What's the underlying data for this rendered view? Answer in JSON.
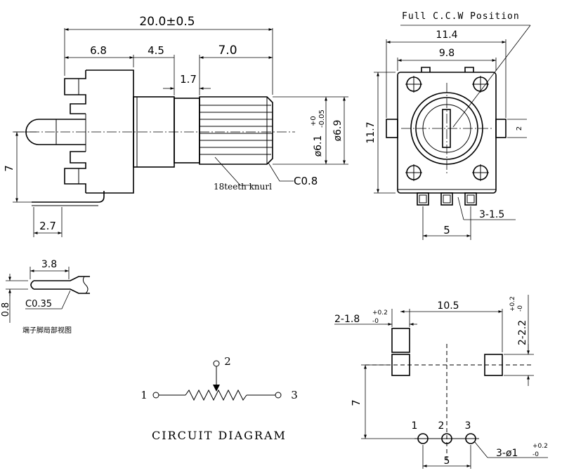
{
  "side_view": {
    "overall_length": "20.0±0.5",
    "dim_6_8": "6.8",
    "dim_4_5": "4.5",
    "dim_7_0": "7.0",
    "dim_1_7": "1.7",
    "dim_7": "7",
    "dim_2_7": "2.7",
    "shaft_dia_main": "ø6.1",
    "shaft_tol_upper": "+0",
    "shaft_tol_lower": "-0.05",
    "collar_dia": "ø6.9",
    "chamfer": "C0.8",
    "knurl_note": "18teeth knurl"
  },
  "front_view": {
    "position_note": "Full C.C.W Position",
    "width_outer": "11.4",
    "width_inner": "9.8",
    "height": "11.7",
    "tab_dim": "2",
    "pin_count_width": "3-1.5",
    "pin_pitch": "5"
  },
  "terminal_detail": {
    "length": "3.8",
    "thickness": "0.8",
    "chamfer": "C0.35",
    "caption": "端子脚局部视图"
  },
  "circuit": {
    "title": "CIRCUIT DIAGRAM",
    "pin1": "1",
    "pin2": "2",
    "pin3": "3"
  },
  "pcb_layout": {
    "mount_holes": "2-1.8",
    "mount_tol_upper": "+0.2",
    "mount_tol_lower": "-0",
    "span": "10.5",
    "slot_width": "2-2.2",
    "slot_tol_upper": "+0.2",
    "slot_tol_lower": "-0",
    "vertical_offset": "7",
    "pin1": "1",
    "pin2": "2",
    "pin3": "3",
    "pin_holes": "3-ø1",
    "pin_tol_upper": "+0.2",
    "pin_tol_lower": "-0",
    "pin_pitch": "5"
  }
}
